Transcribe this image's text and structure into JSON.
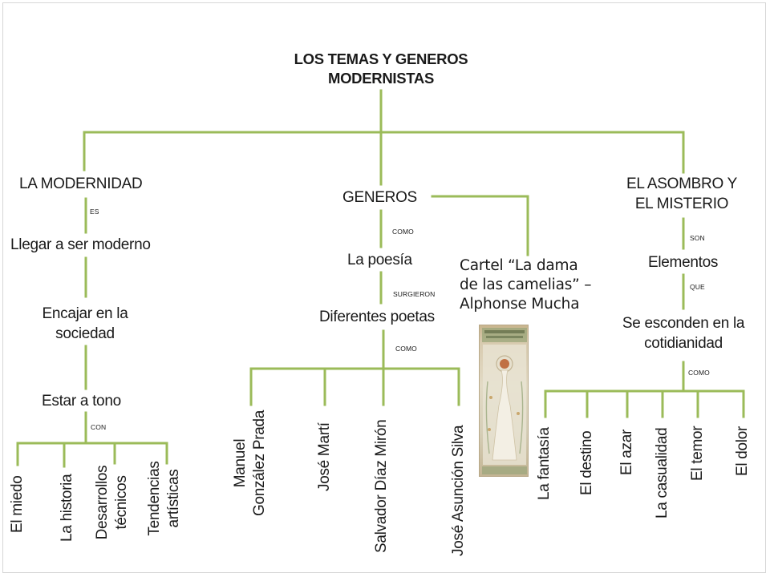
{
  "title": {
    "line1": "LOS TEMAS Y GENEROS",
    "line2": "MODERNISTAS"
  },
  "branches": {
    "modernidad": {
      "label": "LA MODERNIDAD",
      "connector1": "ES",
      "node1": "Llegar a ser moderno",
      "node2_line1": "Encajar en la",
      "node2_line2": "sociedad",
      "node3": "Estar a tono",
      "connector2": "CON",
      "leaves": [
        "El miedo",
        "La historia",
        "Desarrollos",
        "técnicos",
        "Tendencias",
        "artísticas"
      ]
    },
    "generos": {
      "label": "GENEROS",
      "connector1": "COMO",
      "node1": "La poesía",
      "connector2": "SURGIERON",
      "node2": "Diferentes poetas",
      "connector3": "COMO",
      "leaves": [
        "Manuel",
        "González Prada",
        "José Martí",
        "Salvador Díaz Mirón",
        "José Asunción Silva"
      ]
    },
    "cartel": {
      "line1": "Cartel “La dama",
      "line2": "de las camelias” –",
      "line3": "Alphonse Mucha"
    },
    "asombro": {
      "label_line1": "EL ASOMBRO Y",
      "label_line2": "EL MISTERIO",
      "connector1": "SON",
      "node1": "Elementos",
      "connector2": "QUE",
      "node2_line1": "Se esconden en la",
      "node2_line2": "cotidianidad",
      "connector3": "COMO",
      "leaves": [
        "La fantasía",
        "El destino",
        "El azar",
        "La casualidad",
        "El temor",
        "El dolor"
      ]
    }
  },
  "colors": {
    "connector": "#9bbb59",
    "text": "#1a1a1a"
  }
}
